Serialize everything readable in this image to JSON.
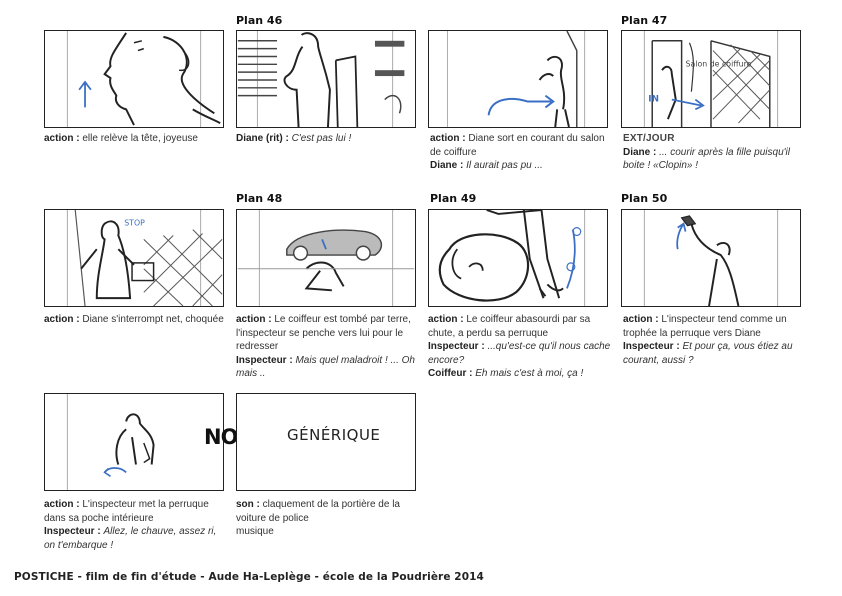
{
  "plans": {
    "p46": "Plan 46",
    "p47": "Plan 47",
    "p48": "Plan 48",
    "p49": "Plan 49",
    "p50": "Plan 50"
  },
  "labels": {
    "action": "action :",
    "diane": "Diane :",
    "diane_rit": "Diane (rit) :",
    "inspecteur": "Inspecteur :",
    "coiffeur": "Coiffeur :",
    "son": "son :"
  },
  "captions": {
    "c1_action": "elle relève la tête, joyeuse",
    "c2_line": "C'est pas lui !",
    "c3_action": "Diane sort en courant du salon de coiffure",
    "c3_diane": "Il aurait pas pu ...",
    "c4_ext": "EXT/JOUR",
    "c4_diane": "... courir après la fille puisqu'il boite ! «Clopin» !",
    "c5_action": "Diane s'interrompt net, choquée",
    "c6_action": "Le coiffeur est tombé par terre, l'inspecteur se penche vers lui pour le redresser",
    "c6_insp": "Mais quel maladroit ! ... Oh mais ..",
    "c7_action": "Le coiffeur abasourdi par sa chute, a perdu sa perruque",
    "c7_insp": "...qu'est-ce qu'il nous cache encore?",
    "c7_coif": "Eh mais c'est à moi, ça !",
    "c8_action": "L'inspecteur tend comme un trophée la perruque vers Diane",
    "c8_insp": "Et pour ça, vous étiez au courant, aussi ?",
    "c9_action": "L'inspecteur met la perruque dans sa poche intérieure",
    "c9_insp": "Allez, le chauve, assez ri, on t'embarque !",
    "c10_son": "claquement de la portière de la voiture de police",
    "c10_music": "musique"
  },
  "sketch_text": {
    "noir": "NOIR",
    "generique": "GÉNÉRIQUE",
    "stop": "STOP",
    "in": "IN",
    "salon": "Salon de coiffure"
  },
  "footer": "POSTICHE - film de fin d'étude - Aude Ha-Leplège - école de la Poudrière 2014",
  "colors": {
    "arrow": "#3a6fc4",
    "ink": "#222222"
  }
}
